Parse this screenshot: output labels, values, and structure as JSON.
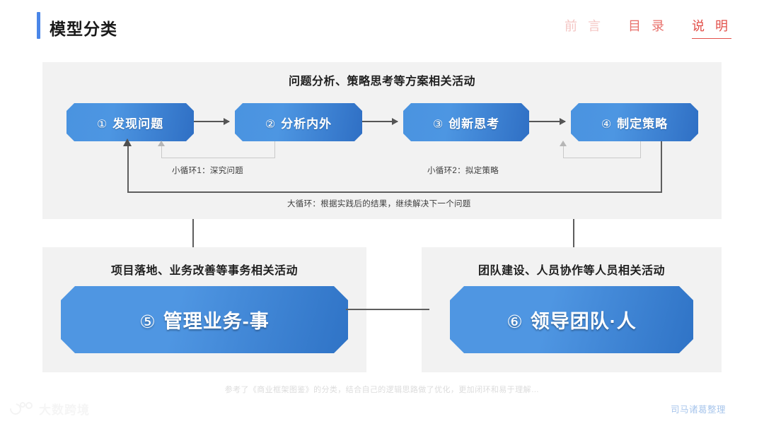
{
  "header": {
    "title": "模型分类",
    "accent_color": "#4a86e8",
    "nav": [
      {
        "label": "前 言",
        "state": "dim",
        "color": "#f4c5c3"
      },
      {
        "label": "目 录",
        "state": "mid",
        "color": "#e8706b"
      },
      {
        "label": "说 明",
        "state": "active",
        "color": "#e2504a"
      }
    ]
  },
  "top_panel": {
    "title": "问题分析、策略思考等方案相关活动",
    "steps": [
      {
        "num": "①",
        "label": "发现问题"
      },
      {
        "num": "②",
        "label": "分析内外"
      },
      {
        "num": "③",
        "label": "创新思考"
      },
      {
        "num": "④",
        "label": "制定策略"
      }
    ],
    "loops": [
      {
        "id": "small-1",
        "caption": "小循环1：深究问题"
      },
      {
        "id": "small-2",
        "caption": "小循环2：拟定策略"
      },
      {
        "id": "big",
        "caption": "大循环：根据实践后的结果，继续解决下一个问题"
      }
    ]
  },
  "bottom_panels": [
    {
      "title": "项目落地、业务改善等事务相关活动",
      "num": "⑤",
      "label": "管理业务-事"
    },
    {
      "title": "团队建设、人员协作等人员相关活动",
      "num": "⑥",
      "label": "领导团队·人"
    }
  ],
  "footnote": "参考了《商业框架图鉴》的分类，结合自己的逻辑思路做了优化，更加闭环和易于理解…",
  "watermark": {
    "text": "大数跨境"
  },
  "credit": "司马诸葛整理",
  "colors": {
    "panel_bg": "#f2f2f2",
    "chevron_from": "#4f96e2",
    "chevron_to": "#2f73c6",
    "arrow_dark": "#5e5e5e",
    "arrow_light": "#c9c9c9"
  }
}
